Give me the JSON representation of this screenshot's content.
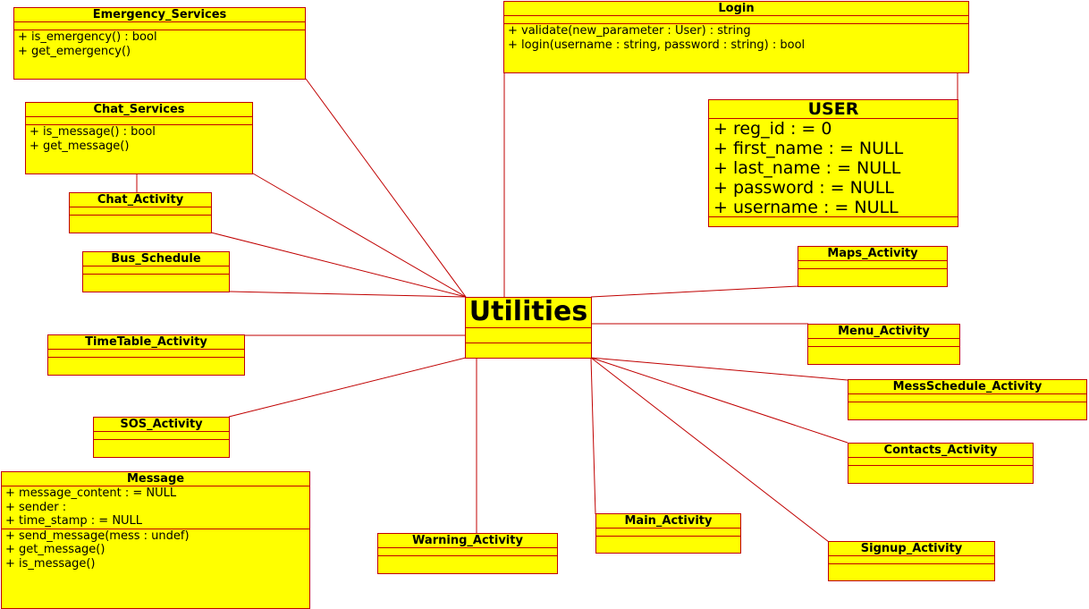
{
  "diagram": {
    "classes": [
      {
        "id": "emergency_services",
        "name": "Emergency_Services",
        "attributes": [],
        "operations": [
          "+ is_emergency() : bool",
          "+ get_emergency()"
        ]
      },
      {
        "id": "login",
        "name": "Login",
        "attributes": [],
        "operations": [
          "+ validate(new_parameter : User) : string",
          "+ login(username : string, password : string) : bool"
        ]
      },
      {
        "id": "chat_services",
        "name": "Chat_Services",
        "attributes": [],
        "operations": [
          "+ is_message() : bool",
          "+ get_message()"
        ]
      },
      {
        "id": "user",
        "name": "USER",
        "attributes": [
          "+ reg_id :  = 0",
          "+ first_name :  = NULL",
          "+ last_name :  = NULL",
          "+ password :  = NULL",
          "+ username :  = NULL"
        ],
        "operations": []
      },
      {
        "id": "chat_activity",
        "name": "Chat_Activity",
        "attributes": [],
        "operations": []
      },
      {
        "id": "bus_schedule",
        "name": "Bus_Schedule",
        "attributes": [],
        "operations": []
      },
      {
        "id": "maps_activity",
        "name": "Maps_Activity",
        "attributes": [],
        "operations": []
      },
      {
        "id": "utilities",
        "name": "Utilities",
        "attributes": [],
        "operations": []
      },
      {
        "id": "menu_activity",
        "name": "Menu_Activity",
        "attributes": [],
        "operations": []
      },
      {
        "id": "timetable_activity",
        "name": "TimeTable_Activity",
        "attributes": [],
        "operations": []
      },
      {
        "id": "messschedule_activity",
        "name": "MessSchedule_Activity",
        "attributes": [],
        "operations": []
      },
      {
        "id": "sos_activity",
        "name": "SOS_Activity",
        "attributes": [],
        "operations": []
      },
      {
        "id": "contacts_activity",
        "name": "Contacts_Activity",
        "attributes": [],
        "operations": []
      },
      {
        "id": "message",
        "name": "Message",
        "attributes": [
          "+ message_content :  = NULL",
          "+ sender : ",
          "+ time_stamp :  = NULL"
        ],
        "operations": [
          "+ send_message(mess : undef)",
          "+ get_message()",
          "+ is_message()"
        ]
      },
      {
        "id": "main_activity",
        "name": "Main_Activity",
        "attributes": [],
        "operations": []
      },
      {
        "id": "signup_activity",
        "name": "Signup_Activity",
        "attributes": [],
        "operations": []
      },
      {
        "id": "warning_activity",
        "name": "Warning_Activity",
        "attributes": [],
        "operations": []
      }
    ],
    "colors": {
      "fill": "#ffff00",
      "stroke": "#c00000",
      "line": "#c00000"
    }
  }
}
